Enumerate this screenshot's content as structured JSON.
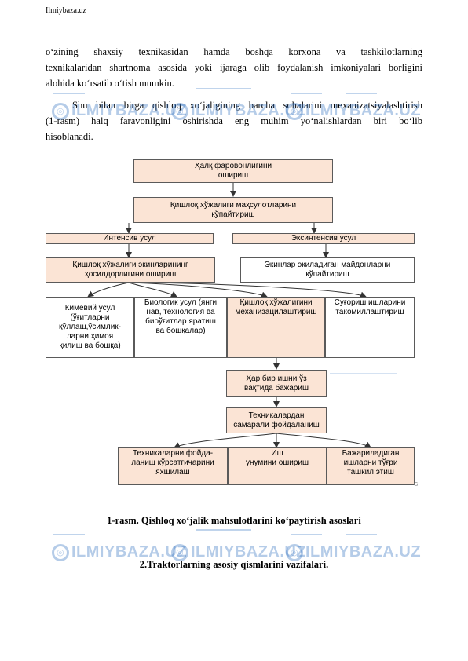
{
  "header": {
    "site": "Ilmiybaza.uz"
  },
  "paragraph1": {
    "lines": [
      "o‘zining shaxsiy texnikasidan hamda boshqa korxona va tashkilotlarning",
      "texnikalaridan shartnoma asosida yoki ijaraga olib foydalanish imkoniyalari borligini",
      "alohida ko‘rsatib o‘tish mumkin."
    ]
  },
  "paragraph2": {
    "lines": [
      "Shu bilan birga qishloq xo‘jaligining barcha sohalarini mexanizatsiyalashtirish",
      "(1-rasm)  halq faravonligini oshirishda eng muhim yo‘nalishlardan biri bo‘lib",
      "hisoblanadi."
    ]
  },
  "watermark": {
    "text": "ILMIYBAZA.UZ"
  },
  "diagram": {
    "top": "Ҳалқ фаровонлигини\nошириш",
    "produce": "Қишлоқ хўжалиги маҳсулотларини\nкўпайтириш",
    "intensive": "Интенсив усул",
    "extensive": "Эксинтенсив усул",
    "yield": "Қишлоқ хўжалиги экинларининг\nҳосилдорлигини ошириш",
    "area": "Экинлар экиладиган майдонларни\nкўпайтириш",
    "chem": "Кимёвий усул\n(ўғитларни\nқўллаш,ўсимлик-\nларни ҳимоя\nқилиш ва бошқа)",
    "bio": "Биологик усул (янги\nнав, технология ва\nбиоўғитлар яратиш\nва бошқалар)",
    "mech": "Қишлоқ хўжалигини\nмеханизацилаштириш",
    "irrig": "Суғориш ишларини\nтакомиллаштириш",
    "ontime": "Ҳар бир ишни ўз\nвақтида бажариш",
    "efficient": "Техникалардан\nсамарали фойдаланиш",
    "indicators": "Техникаларни фойда-\nланиш кўрсатгичарини\nяхшилаш",
    "productivity": "Иш\nунумини ошириш",
    "organize": "Бажариладиган\nишларни тўғри\nташкил этиш",
    "corner_mark": "G"
  },
  "caption1": "1-rasm. Qishloq xo‘jalik mahsulotlarini ko‘paytirish asoslari",
  "caption2": "2.Traktorlarning asosiy qismlarini vazifalari."
}
